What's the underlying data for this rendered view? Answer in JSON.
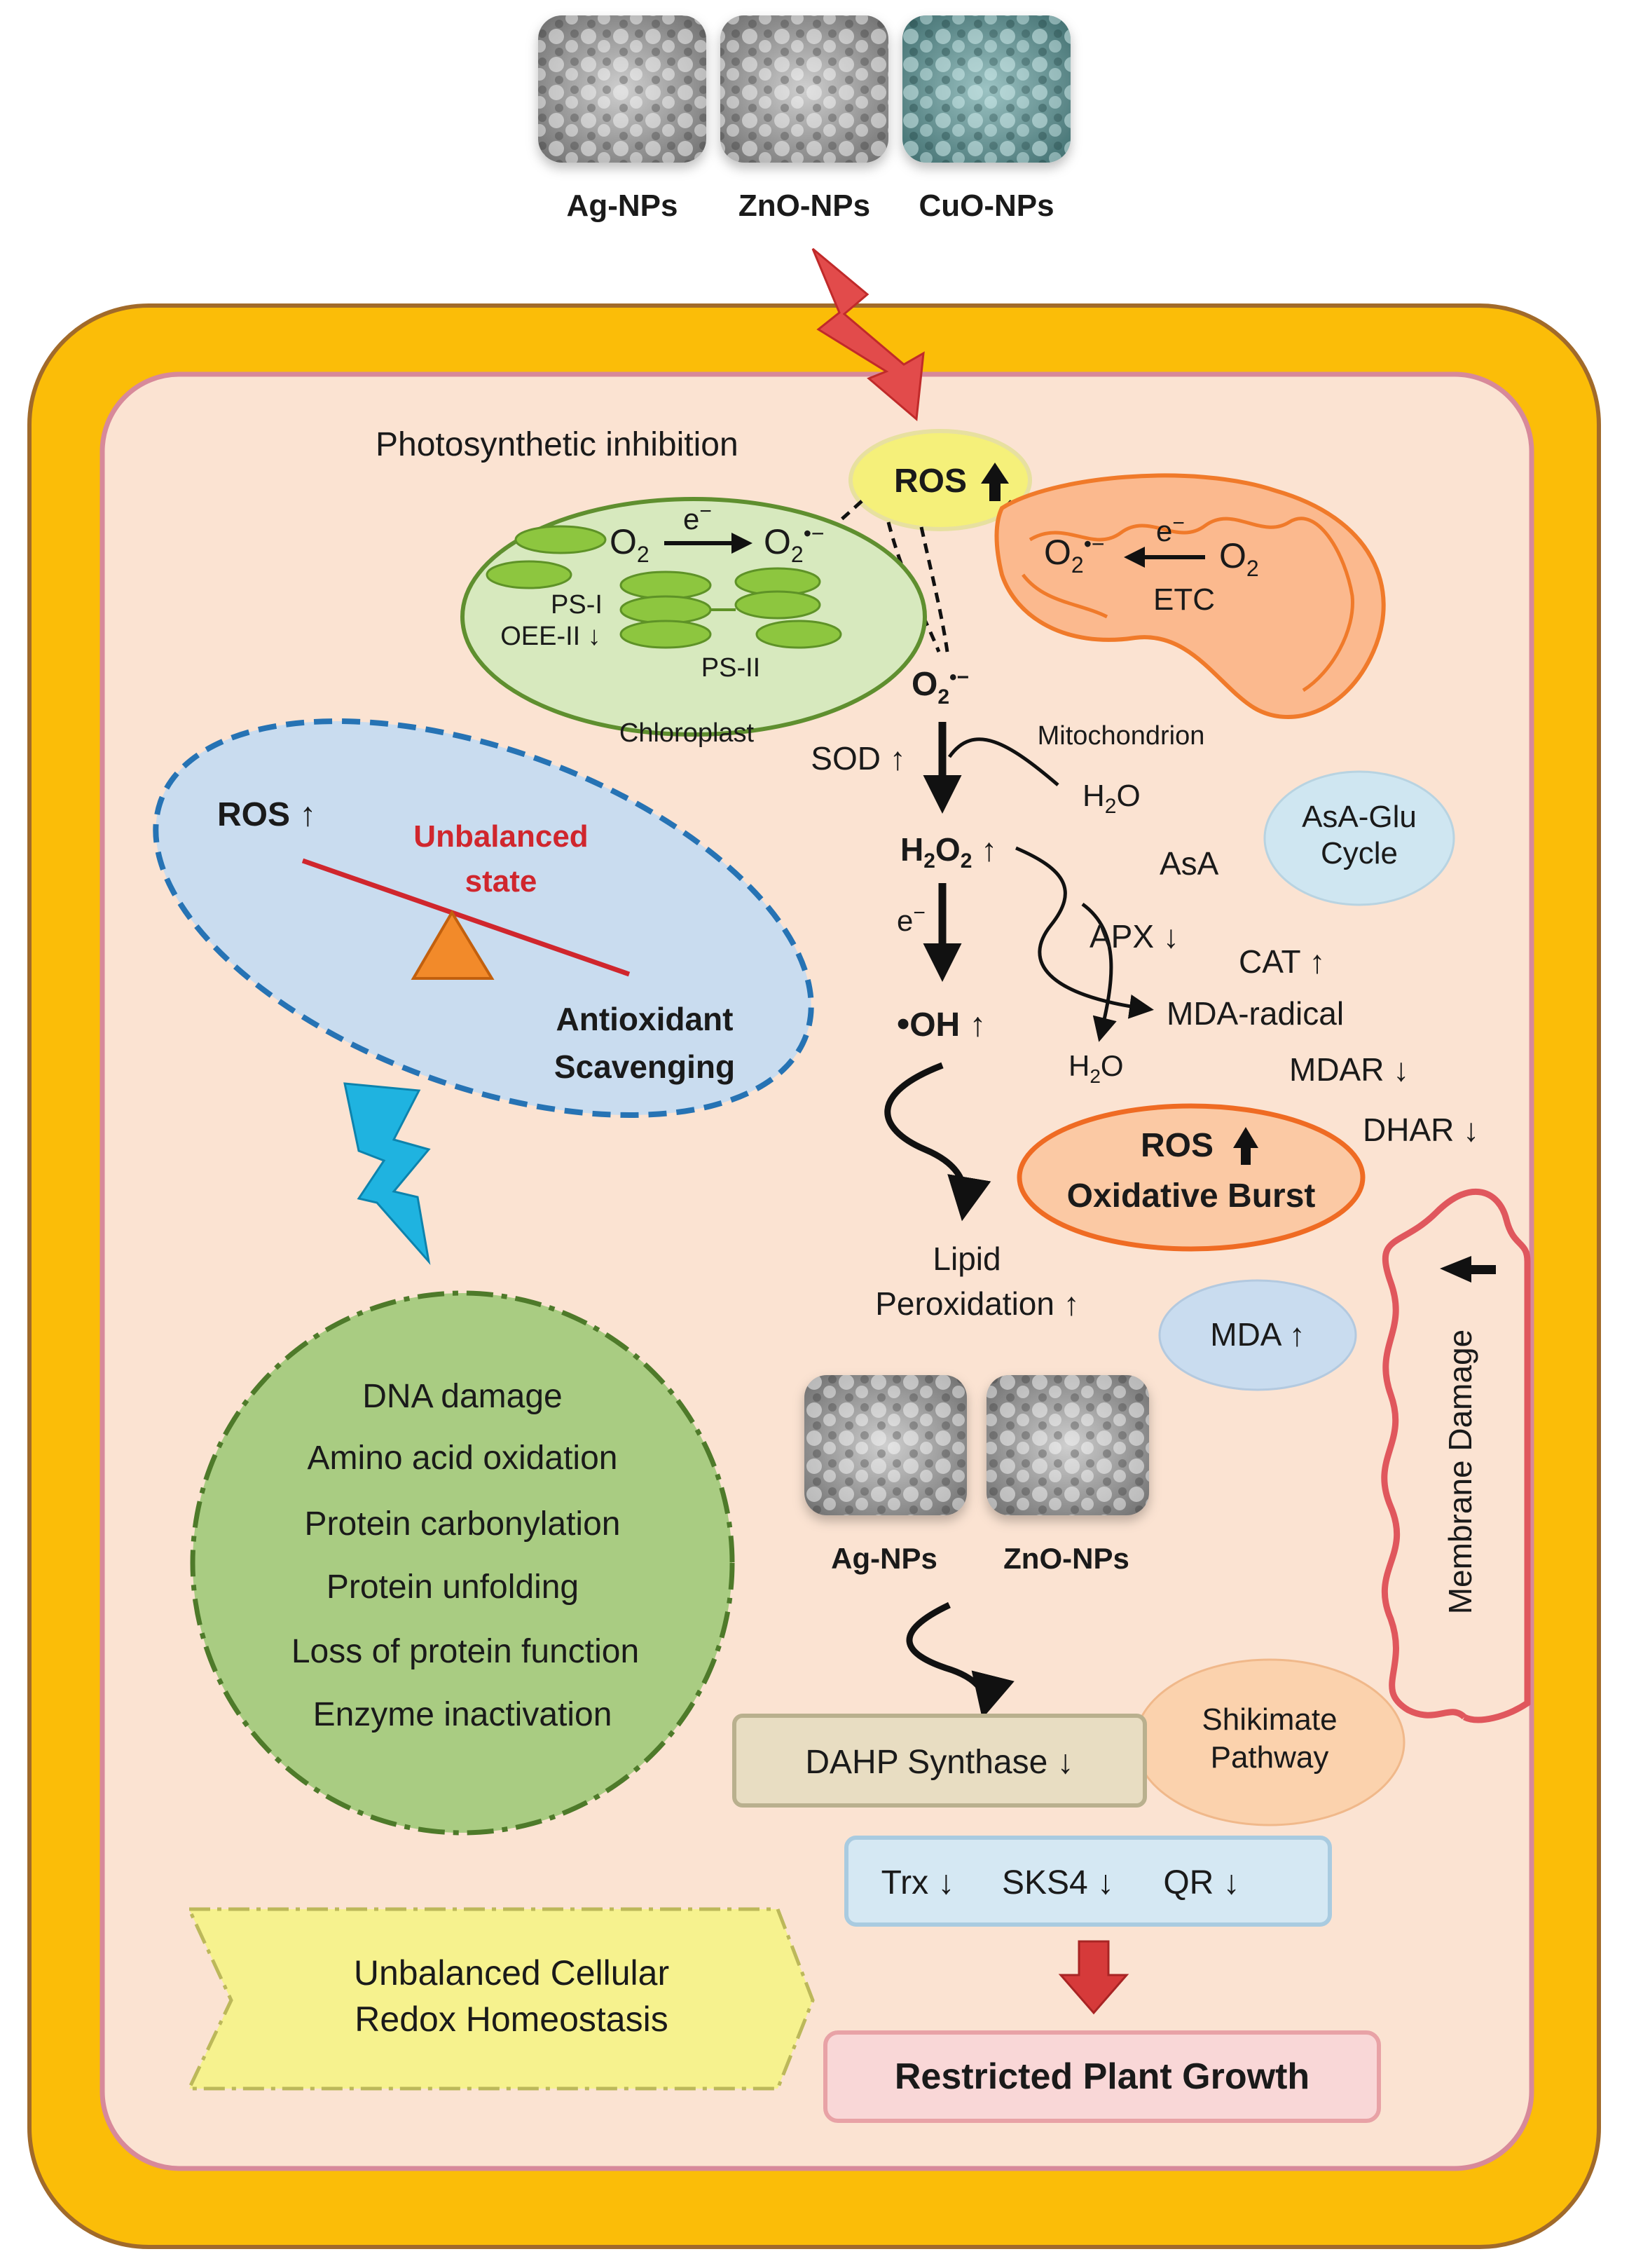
{
  "nanoparticles_top": [
    {
      "label": "Ag-NPs",
      "color": "#8a8a8a"
    },
    {
      "label": "ZnO-NPs",
      "color": "#8f8f8f"
    },
    {
      "label": "CuO-NPs",
      "color": "#5f8d8d"
    }
  ],
  "nanoparticles_bottom": [
    {
      "label": "Ag-NPs"
    },
    {
      "label": "ZnO-NPs"
    }
  ],
  "photosynthetic_inhibition": "Photosynthetic inhibition",
  "ros_top": "ROS",
  "chloroplast": {
    "label": "Chloroplast",
    "o2": "O",
    "o2_sub": "2",
    "electron": "e",
    "superoxide": "O",
    "psi": "PS-I",
    "oee": "OEE-II ↓",
    "psii": "PS-II"
  },
  "mitochondrion": {
    "label": "Mitochondrion",
    "etc": "ETC",
    "electron": "e"
  },
  "pathway": {
    "superoxide": "O",
    "sod": "SOD ↑",
    "h2o_1": "H",
    "h2o2": "H",
    "asa": "AsA",
    "apx": "APX ↓",
    "cat": "CAT ↑",
    "mda_radical": "MDA-radical",
    "h2o_2": "H",
    "mdar": "MDAR ↓",
    "dhar": "DHAR ↓",
    "electron": "e",
    "oh": "OH ↑",
    "lipid_1": "Lipid",
    "lipid_2": "Peroxidation ↑"
  },
  "asa_glu": {
    "line1": "AsA-Glu",
    "line2": "Cycle"
  },
  "ros_burst": {
    "line1": "ROS",
    "line2": "Oxidative Burst"
  },
  "mda": "MDA ↑",
  "membrane_damage": "Membrane Damage",
  "balance": {
    "ros": "ROS ↑",
    "unbalanced_1": "Unbalanced",
    "unbalanced_2": "state",
    "antioxidant_1": "Antioxidant",
    "antioxidant_2": "Scavenging"
  },
  "damage_list": [
    "DNA damage",
    "Amino acid oxidation",
    "Protein carbonylation",
    "Protein unfolding",
    "Loss of protein function",
    "Enzyme inactivation"
  ],
  "dahp": "DAHP Synthase ↓",
  "shikimate": {
    "line1": "Shikimate",
    "line2": "Pathway"
  },
  "genes": [
    "Trx ↓",
    "SKS4 ↓",
    "QR ↓"
  ],
  "redox_banner": {
    "line1": "Unbalanced Cellular",
    "line2": "Redox Homeostasis"
  },
  "result": "Restricted Plant Growth",
  "colors": {
    "cell_wall": "#fbbd08",
    "cytoplasm": "#fbe3d2",
    "chloroplast": "#d7e9be",
    "thylakoid": "#8dc63f",
    "mitochondrion": "#fbb98e",
    "ros_bubble": "#f5f07a",
    "balance_ellipse": "#c9dcef",
    "damage_circle": "#a9cc82",
    "membrane": "#e0575d",
    "lightning_red": "#e24b4b",
    "lightning_blue": "#1fb3e0",
    "result_box": "#f9d7d7"
  }
}
